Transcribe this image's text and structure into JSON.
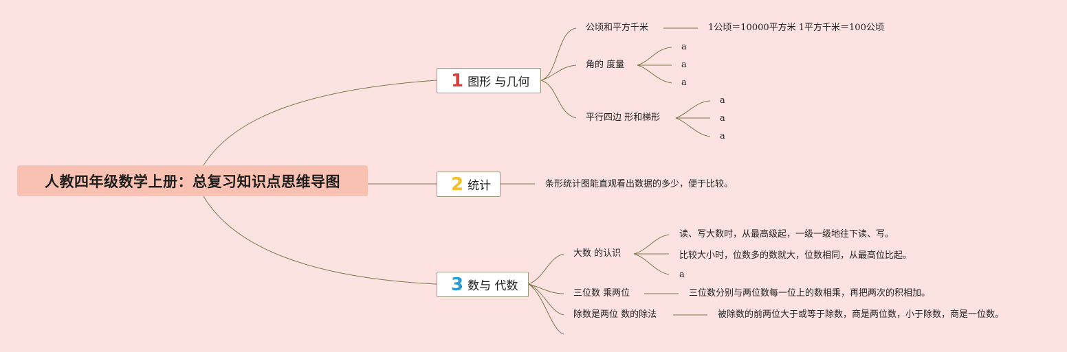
{
  "root": {
    "title": "人教四年级数学上册：总复习知识点思维导图"
  },
  "branches": [
    {
      "number": "1",
      "number_color": "#e23b3b",
      "title": "图形 与几何",
      "topics": [
        {
          "label": "公顷和平方千米",
          "leaves": [
            "1公顷＝10000平方米 1平方千米＝100公顷"
          ]
        },
        {
          "label": "角的 度量",
          "leaves": [
            "a",
            "a",
            "a"
          ]
        },
        {
          "label": "平行四边 形和梯形",
          "leaves": [
            "a",
            "a",
            "a"
          ]
        }
      ]
    },
    {
      "number": "2",
      "number_color": "#f2c029",
      "title": "统计",
      "topics": [
        {
          "label": "条形统计图能直观看出数据的多少，便于比较。"
        }
      ]
    },
    {
      "number": "3",
      "number_color": "#2a9ad6",
      "title": "数与 代数",
      "topics": [
        {
          "label": "大数 的认识",
          "leaves": [
            "读、写大数时，从最高级起，一级一级地往下读、写。",
            "比较大小时，位数多的数就大，位数相同，从最高位比起。",
            "a"
          ]
        },
        {
          "label": "三位数 乘两位",
          "leaves": [
            "三位数分别与两位数每一位上的数相乘，再把两次的积相加。"
          ]
        },
        {
          "label": "除数是两位 数的除法",
          "leaves": [
            "被除数的前两位大于或等于除数，商是两位数，小于除数，商是一位数。"
          ]
        }
      ]
    }
  ],
  "colors": {
    "background": "#fde2e2",
    "root_fill": "#f9c1b2",
    "connector": "#7a7748"
  }
}
